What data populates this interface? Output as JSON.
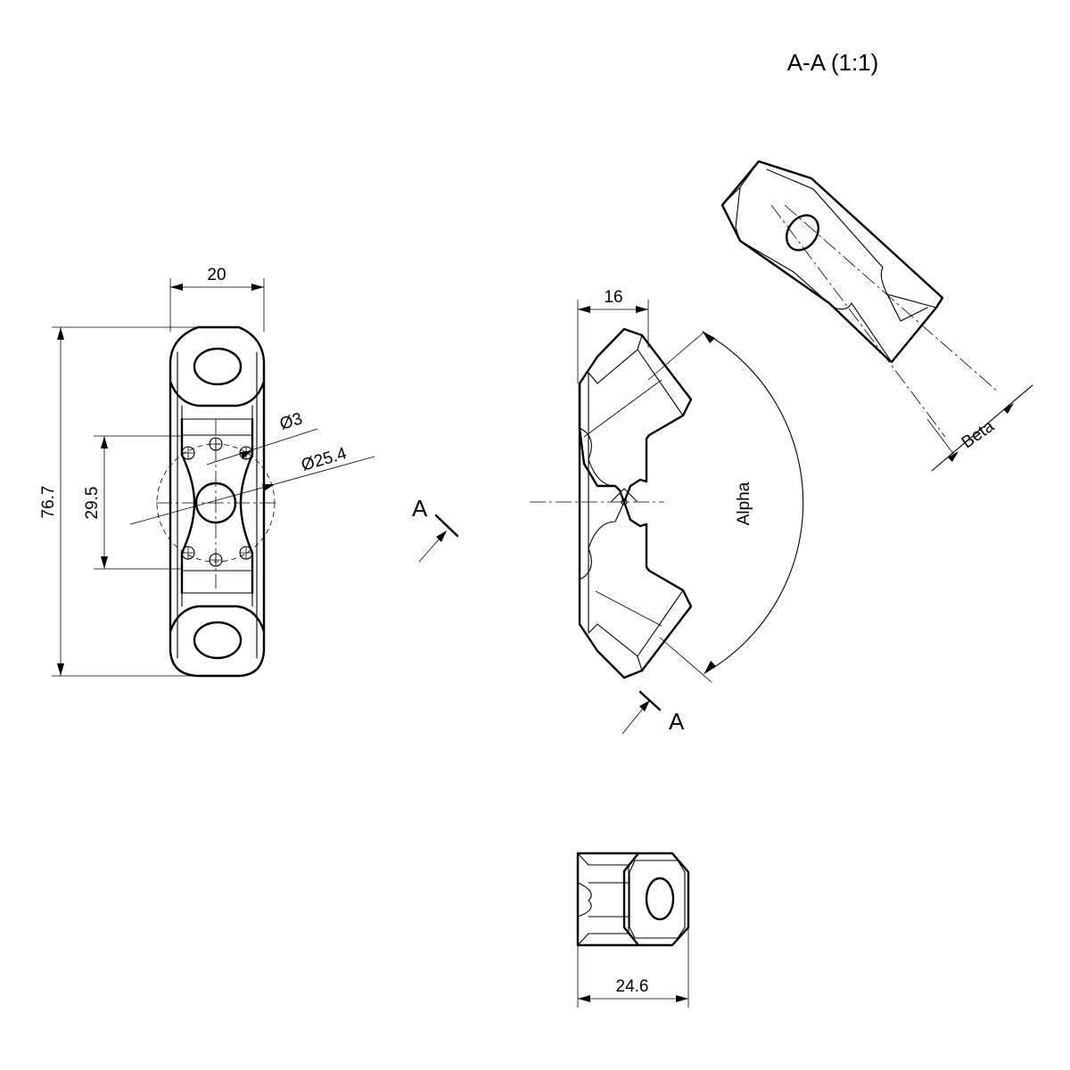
{
  "section_title": "A-A (1:1)",
  "dimensions": {
    "front_width": "20",
    "front_height": "76.7",
    "hole_spacing": "29.5",
    "small_hole_dia": "Ø3",
    "bolt_circle_dia": "Ø25.4",
    "side_depth": "16",
    "bottom_width": "24.6"
  },
  "angles": {
    "alpha": "Alpha",
    "beta": "Beta"
  },
  "section_markers": {
    "upper": "A",
    "lower": "A"
  }
}
